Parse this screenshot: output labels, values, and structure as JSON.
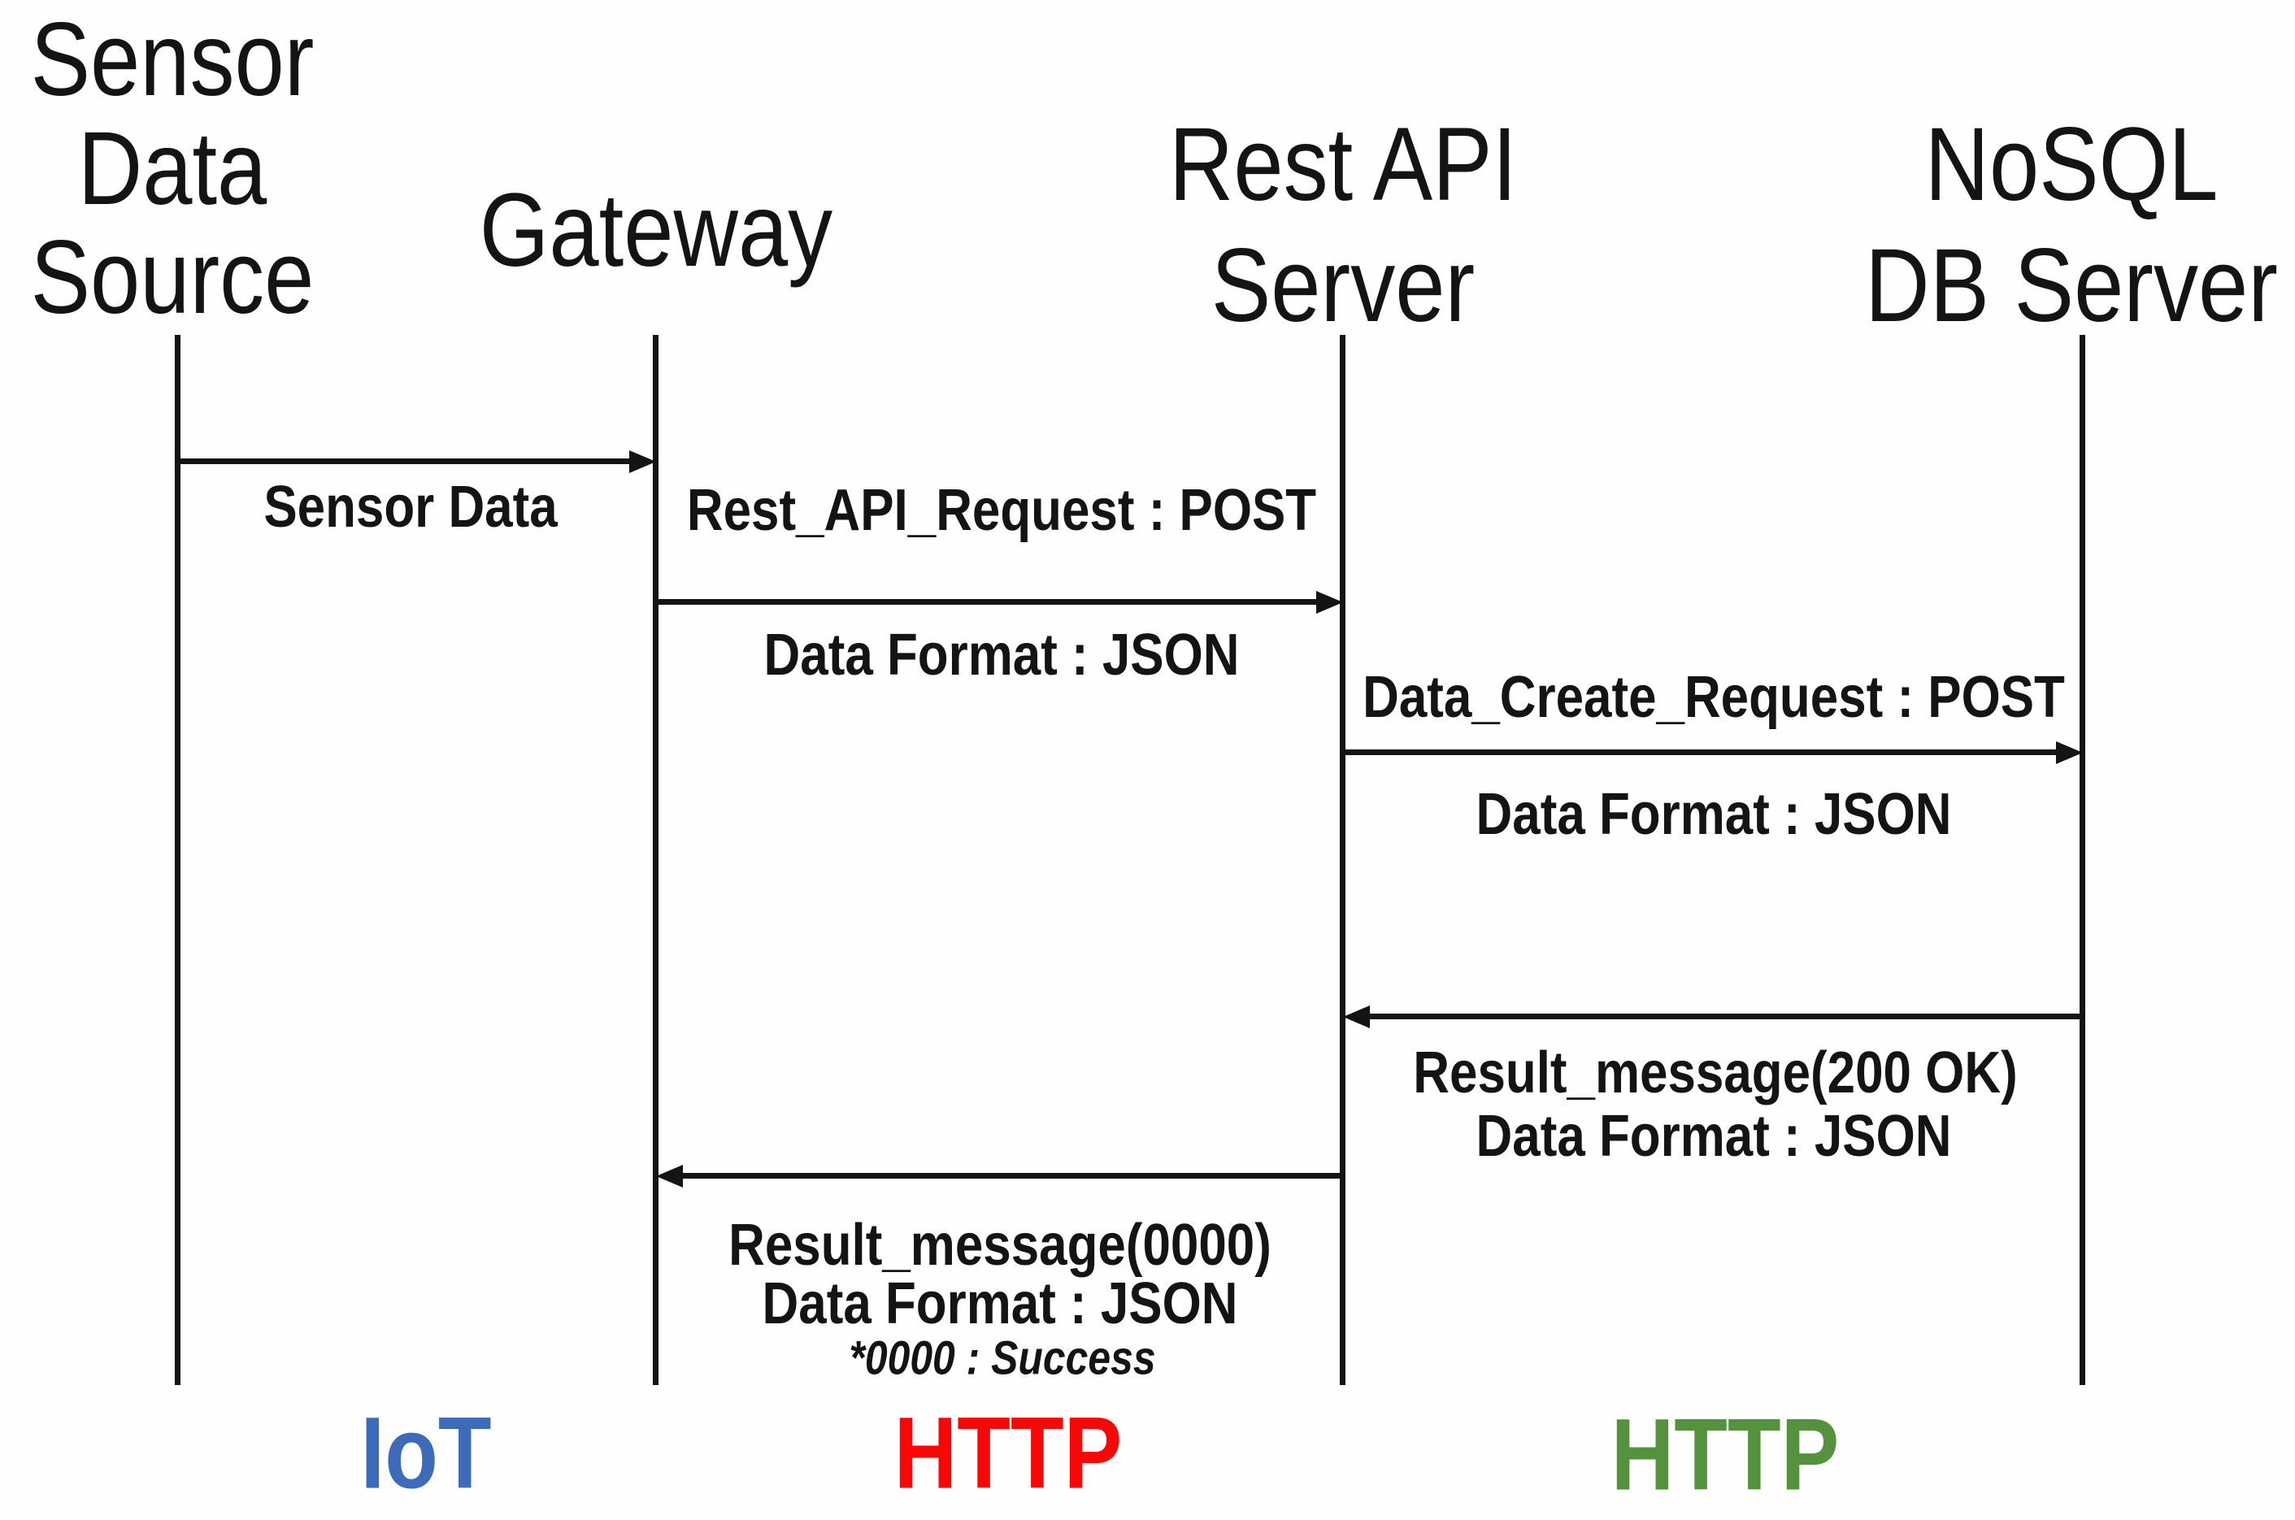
{
  "actors": {
    "sensor_data_source": {
      "line1": "Sensor",
      "line2": "Data",
      "line3": "Source"
    },
    "gateway": {
      "line1": "Gateway"
    },
    "rest_api_server": {
      "line1": "Rest API",
      "line2": "Server"
    },
    "nosql_db_server": {
      "line1": "NoSQL",
      "line2": "DB Server"
    }
  },
  "messages": {
    "sensor_to_gateway": {
      "label": "Sensor Data"
    },
    "gateway_to_rest": {
      "request": "Rest_API_Request : POST",
      "format": "Data Format : JSON"
    },
    "rest_to_nosql": {
      "request": "Data_Create_Request : POST",
      "format": "Data Format : JSON"
    },
    "nosql_to_rest": {
      "result": "Result_message(200 OK)",
      "format": "Data Format : JSON"
    },
    "rest_to_gateway": {
      "result": "Result_message(0000)",
      "format": "Data Format : JSON",
      "note": "*0000 : Success"
    }
  },
  "protocols": {
    "iot": {
      "label": "IoT",
      "color": "#3E6BB9"
    },
    "http_left": {
      "label": "HTTP",
      "color": "#F90606"
    },
    "http_right": {
      "label": "HTTP",
      "color": "#55923D"
    }
  },
  "line_color": "#141414"
}
